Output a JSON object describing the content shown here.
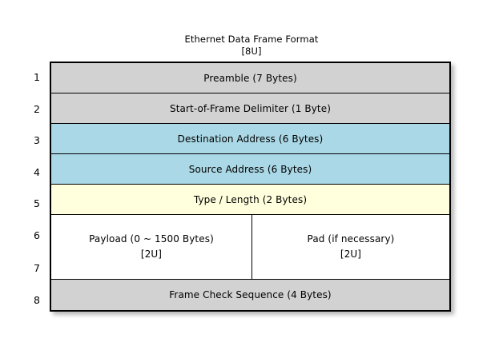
{
  "title": {
    "main": "Ethernet Data Frame Format",
    "sub": "[8U]"
  },
  "colors": {
    "gray": "#d2d2d2",
    "blue": "#aad8e6",
    "yellow": "#ffffdd",
    "white": "#ffffff",
    "border": "#000000",
    "background": "#ffffff"
  },
  "row_numbers": [
    "1",
    "2",
    "3",
    "4",
    "5",
    "6",
    "7",
    "8"
  ],
  "rows": [
    {
      "number": "1",
      "label": "Preamble (7 Bytes)",
      "fill": "gray"
    },
    {
      "number": "2",
      "label": "Start-of-Frame Delimiter (1 Byte)",
      "fill": "gray"
    },
    {
      "number": "3",
      "label": "Destination Address (6 Bytes)",
      "fill": "blue"
    },
    {
      "number": "4",
      "label": "Source Address (6 Bytes)",
      "fill": "blue"
    },
    {
      "number": "5",
      "label": "Type / Length (2 Bytes)",
      "fill": "yellow"
    },
    {
      "number": "8",
      "label": "Frame Check Sequence (4 Bytes)",
      "fill": "gray"
    }
  ],
  "split_row": {
    "numbers": [
      "6",
      "7"
    ],
    "fill": "white",
    "left": {
      "line1": "Payload (0 ~ 1500 Bytes)",
      "line2": "[2U]"
    },
    "right": {
      "line1": "Pad (if necessary)",
      "line2": "[2U]"
    }
  }
}
